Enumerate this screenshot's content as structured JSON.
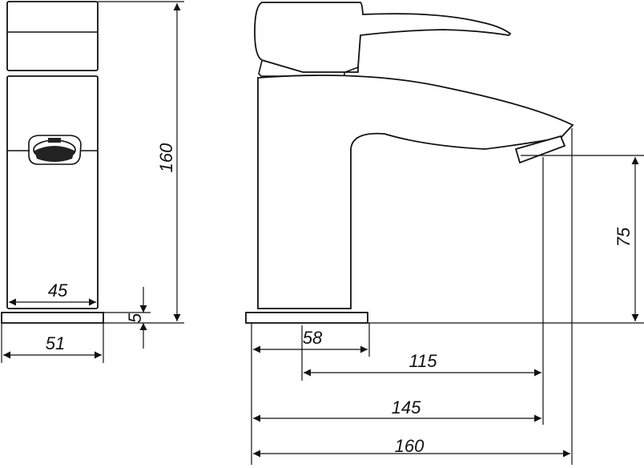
{
  "dimensions": {
    "height_total": "160",
    "inner_width": "45",
    "base_width": "51",
    "base_thickness": "5",
    "spout_height": "75",
    "base_depth": "58",
    "spout_from_base": "115",
    "spout_reach": "145",
    "total_length": "160"
  }
}
